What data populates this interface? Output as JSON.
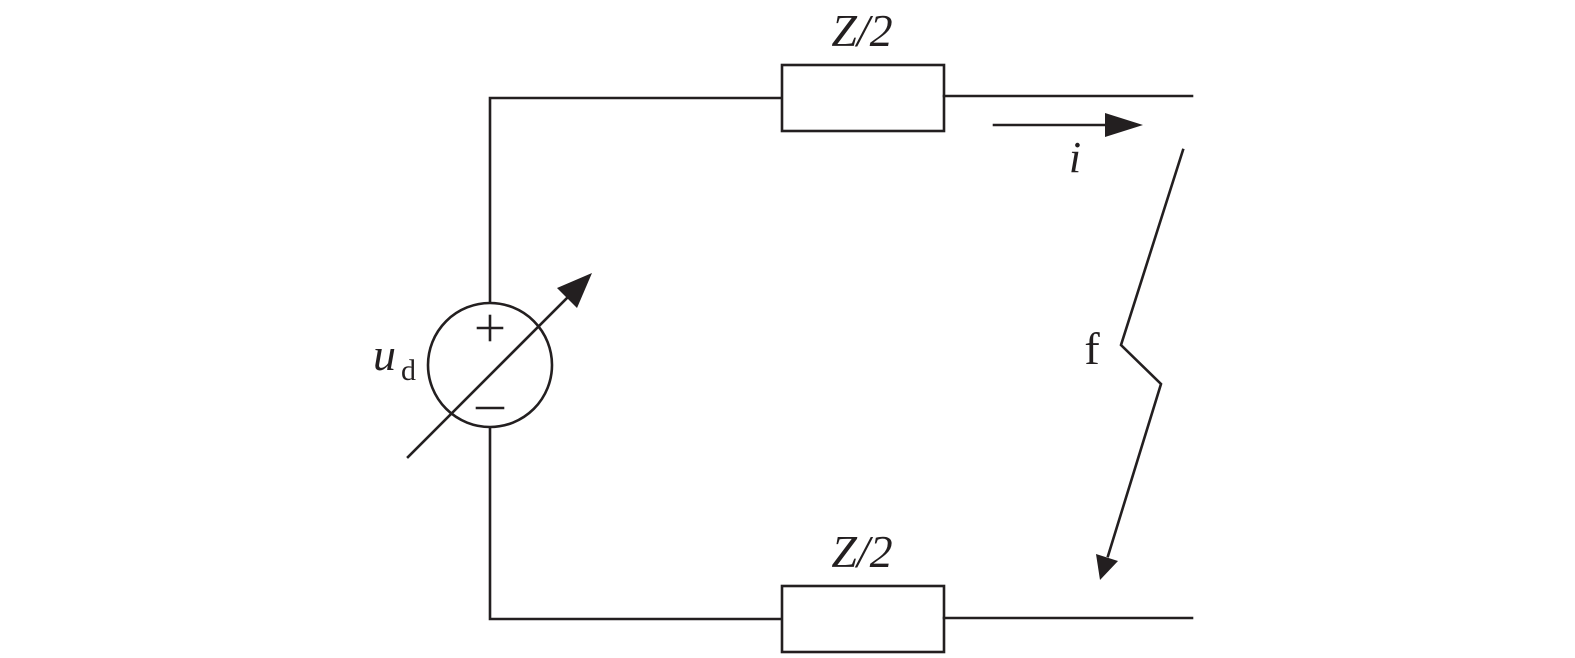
{
  "labels": {
    "top_impedance": "Z/2",
    "bottom_impedance": "Z/2",
    "current": "i",
    "fault": "f",
    "source_symbol": "u",
    "source_subscript": "d",
    "source_plus": "+",
    "source_minus": "−"
  },
  "colors": {
    "line": "#231f20",
    "background": "#ffffff"
  }
}
